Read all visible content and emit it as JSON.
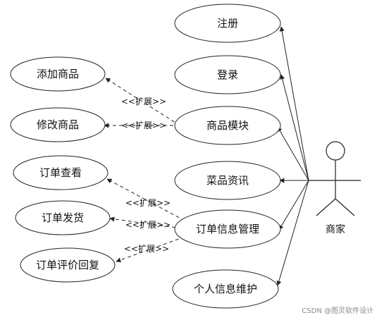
{
  "actor": {
    "label": "商家"
  },
  "use_cases": {
    "register": "注册",
    "login": "登录",
    "product_module": "商品模块",
    "dish_info": "菜品资讯",
    "order_management": "订单信息管理",
    "personal_info": "个人信息维护",
    "add_product": "添加商品",
    "edit_product": "修改商品",
    "view_order": "订单查看",
    "ship_order": "订单发货",
    "reply_review": "订单评价回复"
  },
  "extend_label": "<<扩展>>",
  "watermark": "CSDN @图灵软件设计",
  "colors": {
    "line": "#222222",
    "ellipse_fill": "#ffffff",
    "text": "#111111"
  }
}
